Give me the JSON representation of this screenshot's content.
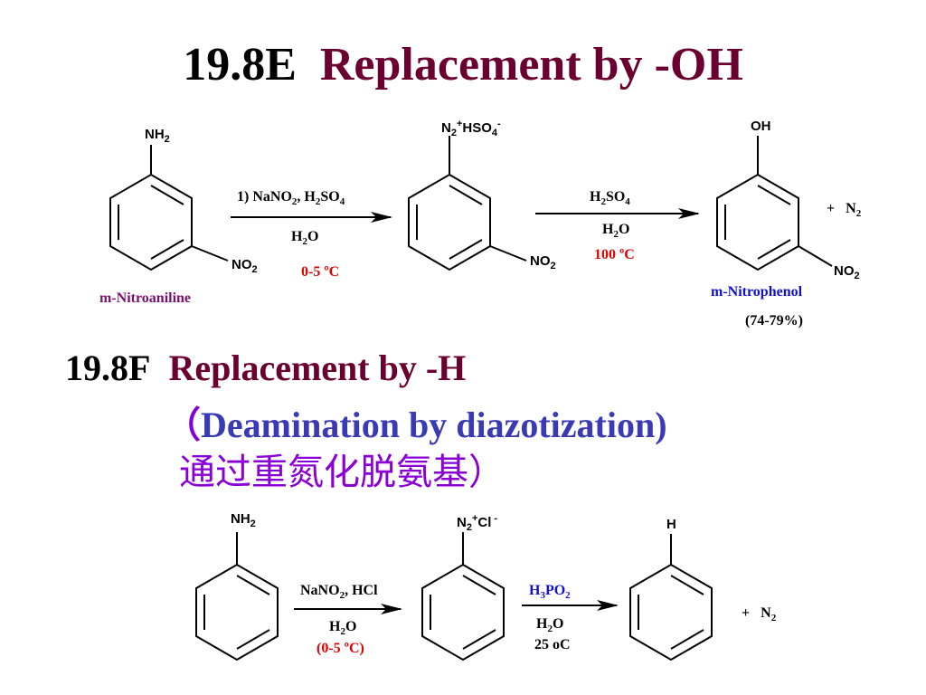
{
  "section_e": {
    "number": "19.8E",
    "title": "Replacement by -OH",
    "start_ring": {
      "top": "NH",
      "top_sub": "2",
      "meta": "NO",
      "meta_sub": "2",
      "name": "m-Nitroaniline"
    },
    "step1": {
      "line1_a": "1) NaNO",
      "line1_sub1": "2",
      "line1_b": ", H",
      "line1_sub2": "2",
      "line1_c": "SO",
      "line1_sub3": "4",
      "line2": "H",
      "line2_sub": "2",
      "line2_b": "O",
      "line3": "0-5 ºC"
    },
    "mid_ring": {
      "top_a": "N",
      "top_sub": "2",
      "top_sup": "+",
      "top_b": "HSO",
      "top_sub2": "4",
      "top_sup2": "-",
      "meta": "NO",
      "meta_sub": "2"
    },
    "step2": {
      "line1_a": "H",
      "line1_sub1": "2",
      "line1_b": "SO",
      "line1_sub2": "4",
      "line2": "H",
      "line2_sub": "2",
      "line2_b": "O",
      "line3": "100 ºC"
    },
    "product_ring": {
      "top": "OH",
      "meta": "NO",
      "meta_sub": "2",
      "name": "m-Nitrophenol",
      "yield": "(74-79%)"
    },
    "byproduct": {
      "plus": "+",
      "n": "N",
      "sub": "2"
    }
  },
  "section_f": {
    "number": "19.8F",
    "title": "Replacement by -H",
    "subtitle_open": "（",
    "subtitle": "Deamination by diazotization)",
    "chinese": "通过重氮化脱氨基）",
    "start_ring": {
      "top": "NH",
      "top_sub": "2"
    },
    "step1": {
      "line1_a": "NaNO",
      "line1_sub": "2",
      "line1_b": ", HCl",
      "line2": "H",
      "line2_sub": "2",
      "line2_b": "O",
      "line3": "(0-5 ºC)"
    },
    "mid_ring": {
      "top_a": "N",
      "top_sub": "2",
      "top_sup": "+",
      "top_b": "Cl",
      "top_sup2": "-"
    },
    "step2": {
      "line1_a": "H",
      "line1_sub1": "3",
      "line1_b": "PO",
      "line1_sub2": "2",
      "line2": "H",
      "line2_sub": "2",
      "line2_b": "O",
      "line3": "25 oC"
    },
    "product_ring": {
      "top": "H"
    },
    "byproduct": {
      "plus": "+",
      "n": "N",
      "sub": "2"
    }
  },
  "colors": {
    "title_text": "#6b0030",
    "condition_red": "#e00000",
    "reagent_blue": "#1010d0",
    "name_purple": "#7a1070",
    "subtitle_blue": "#3a3ab4",
    "chinese_purple": "#8a00d4"
  }
}
